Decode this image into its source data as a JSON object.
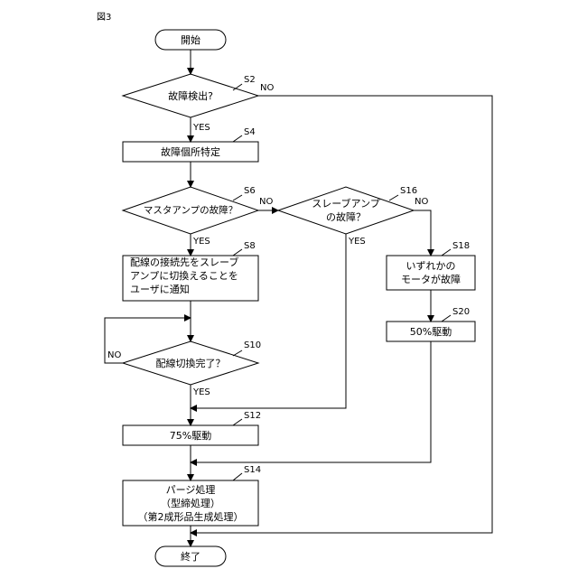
{
  "figure_label": "図3",
  "nodes": {
    "start": "開始",
    "s2": "故障検出?",
    "s4": "故障個所特定",
    "s6": "マスタアンプの故障？",
    "s16_line1": "スレーブアンプ",
    "s16_line2": "の故障？",
    "s8_line1": "配線の接続先をスレーブ",
    "s8_line2": "アンプに切換えることを",
    "s8_line3": "ユーザに通知",
    "s10": "配線切換完了？",
    "s18_line1": "いずれかの",
    "s18_line2": "モータが故障",
    "s20": "50%駆動",
    "s12": "75%駆動",
    "s14_line1": "パージ処理",
    "s14_line2": "（型締処理）",
    "s14_line3": "（第2成形品生成処理）",
    "end": "終了"
  },
  "step_labels": {
    "s2": "S2",
    "s4": "S4",
    "s6": "S6",
    "s8": "S8",
    "s10": "S10",
    "s12": "S12",
    "s14": "S14",
    "s16": "S16",
    "s18": "S18",
    "s20": "S20"
  },
  "branch_labels": {
    "s2_no": "NO",
    "s2_yes": "YES",
    "s6_no": "NO",
    "s6_yes": "YES",
    "s16_no": "NO",
    "s16_yes": "YES",
    "s10_no": "NO",
    "s10_yes": "YES"
  }
}
